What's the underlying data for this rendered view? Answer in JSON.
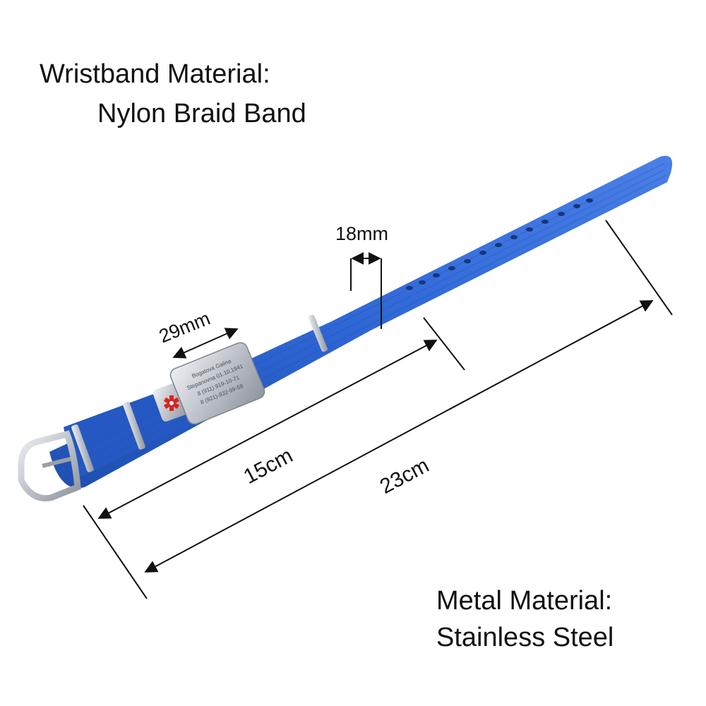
{
  "annotations": {
    "wristband_material_title": "Wristband Material:",
    "wristband_material_value": "Nylon Braid Band",
    "metal_material_title": "Metal Material:",
    "metal_material_value": "Stainless Steel"
  },
  "dimensions": {
    "strap_width": "18mm",
    "plate_length": "29mm",
    "short_length": "15cm",
    "total_length": "23cm"
  },
  "engraving": {
    "lines": [
      "Bogatova Galina",
      "Stepanovna 01.10.1941",
      "8 (911) 919-10-71",
      "8 (921)-932-99-58"
    ]
  },
  "colors": {
    "strap": "#2f67d6",
    "strap_shadow": "#1f4fb0",
    "metal": "#c9cdd3",
    "medical_symbol": "#d9241f",
    "lines": "#111111"
  }
}
